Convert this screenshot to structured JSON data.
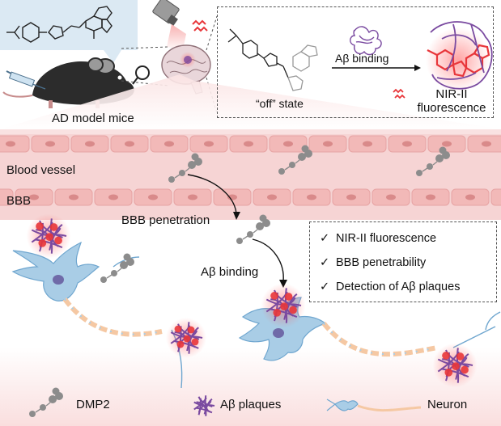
{
  "labels": {
    "mouse": "AD model mice",
    "off_state": "“off” state",
    "binding_top": "Aβ binding",
    "nir_line1": "NIR-II",
    "nir_line2": "fluorescence",
    "blood_vessel": "Blood vessel",
    "bbb": "BBB",
    "bbb_penetration": "BBB penetration",
    "binding_mid": "Aβ binding"
  },
  "checklist": {
    "mark": "✓",
    "items": [
      "NIR-II fluorescence",
      "BBB penetrability",
      "Detection of Aβ plaques"
    ]
  },
  "legend": {
    "probe": "DMP2",
    "plaques": "Aβ plaques",
    "neuron": "Neuron"
  },
  "colors": {
    "vessel_fill": "#f6d4d4",
    "cell_fill": "#f2b9b8",
    "nucleus": "#d98a8a",
    "plaque": "#7a4aa0",
    "fluor_red": "#e8363a",
    "neuron_fill": "#a9cde6",
    "neuron_stroke": "#6fa6cf",
    "axon_orange": "#f5c8a3",
    "probe_gray": "#8c8c8c",
    "tissue_pink": "#fbe6e6"
  }
}
